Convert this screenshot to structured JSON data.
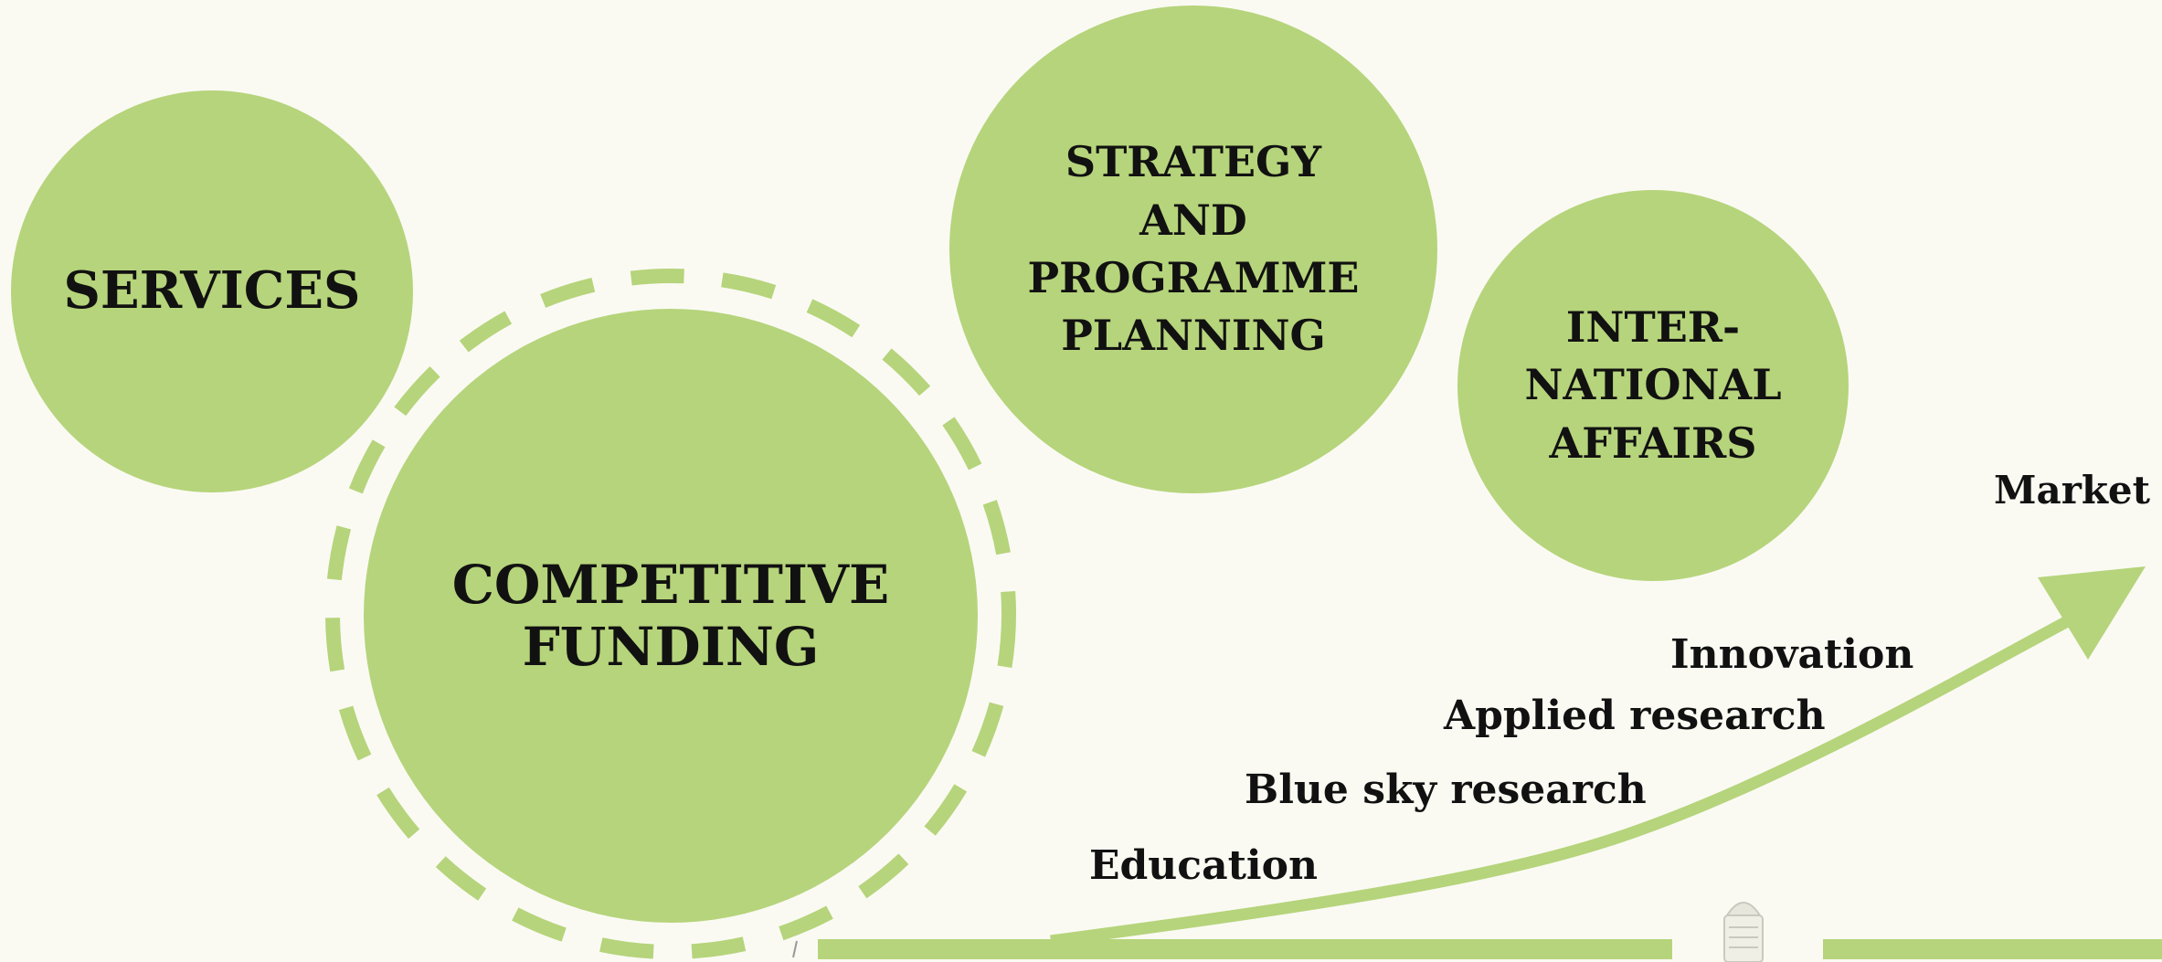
{
  "circles": {
    "services": "SERVICES",
    "competitive_funding": "COMPETITIVE\nFUNDING",
    "strategy": "STRATEGY\nAND\nPROGRAMME\nPLANNING",
    "international": "INTER-\nNATIONAL\nAFFAIRS"
  },
  "path_labels": {
    "market": "Market",
    "innovation": "Innovation",
    "applied_research": "Applied research",
    "blue_sky_research": "Blue sky research",
    "education": "Education"
  },
  "colors": {
    "circle_fill": "#b6d47b",
    "arrow": "#b6d47b",
    "background": "#fafaf3"
  }
}
